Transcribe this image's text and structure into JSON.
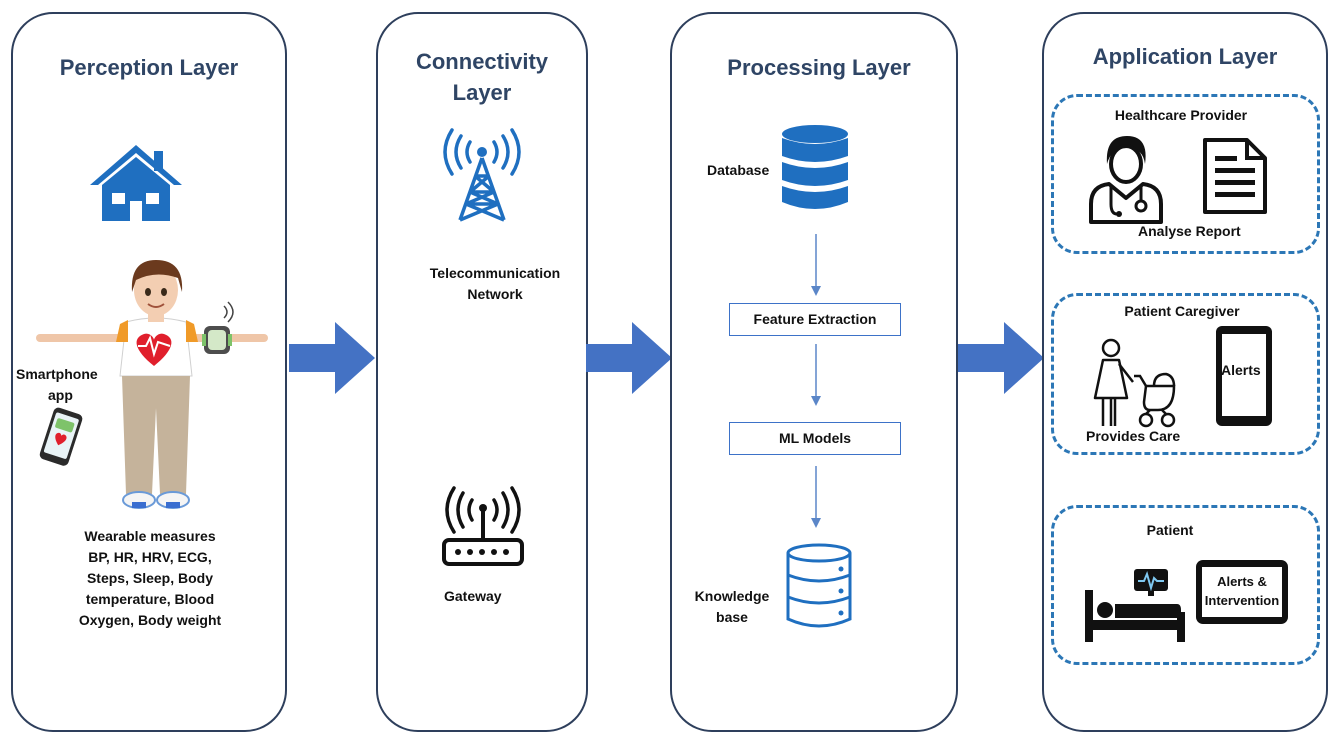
{
  "perception": {
    "title": "Perception Layer",
    "smartphone_label_1": "Smartphone",
    "smartphone_label_2": "app",
    "wearable_lines": [
      "Wearable measures",
      "BP, HR, HRV, ECG,",
      "Steps, Sleep, Body",
      "temperature, Blood",
      "Oxygen, Body weight"
    ]
  },
  "connectivity": {
    "title_1": "Connectivity",
    "title_2": "Layer",
    "network_1": "Telecommunication",
    "network_2": "Network",
    "gateway": "Gateway"
  },
  "processing": {
    "title": "Processing Layer",
    "database": "Database",
    "feature_extraction": "Feature Extraction",
    "ml_models": "ML Models",
    "knowledge_1": "Knowledge",
    "knowledge_2": "base"
  },
  "application": {
    "title": "Application Layer",
    "provider": {
      "title": "Healthcare Provider",
      "report": "Analyse Report"
    },
    "caregiver": {
      "title": "Patient Caregiver",
      "alerts": "Alerts",
      "care": "Provides Care"
    },
    "patient": {
      "title": "Patient",
      "alerts_1": "Alerts &",
      "alerts_2": "Intervention"
    }
  },
  "colors": {
    "accent_blue": "#1f6fc0",
    "arrow_blue": "#4472c4",
    "title_navy": "#2f4565",
    "dash_blue": "#2c77b6"
  },
  "icons": [
    "house-icon",
    "person-illustration",
    "smartphone-icon",
    "smartwatch-icon",
    "cell-tower-icon",
    "router-icon",
    "database-icon",
    "down-arrow-icon",
    "knowledge-base-icon",
    "doctor-icon",
    "report-icon",
    "caregiver-icon",
    "stroller-icon",
    "mobile-phone-icon",
    "hospital-bed-icon",
    "heart-monitor-icon",
    "tablet-icon",
    "right-arrow-icon"
  ]
}
